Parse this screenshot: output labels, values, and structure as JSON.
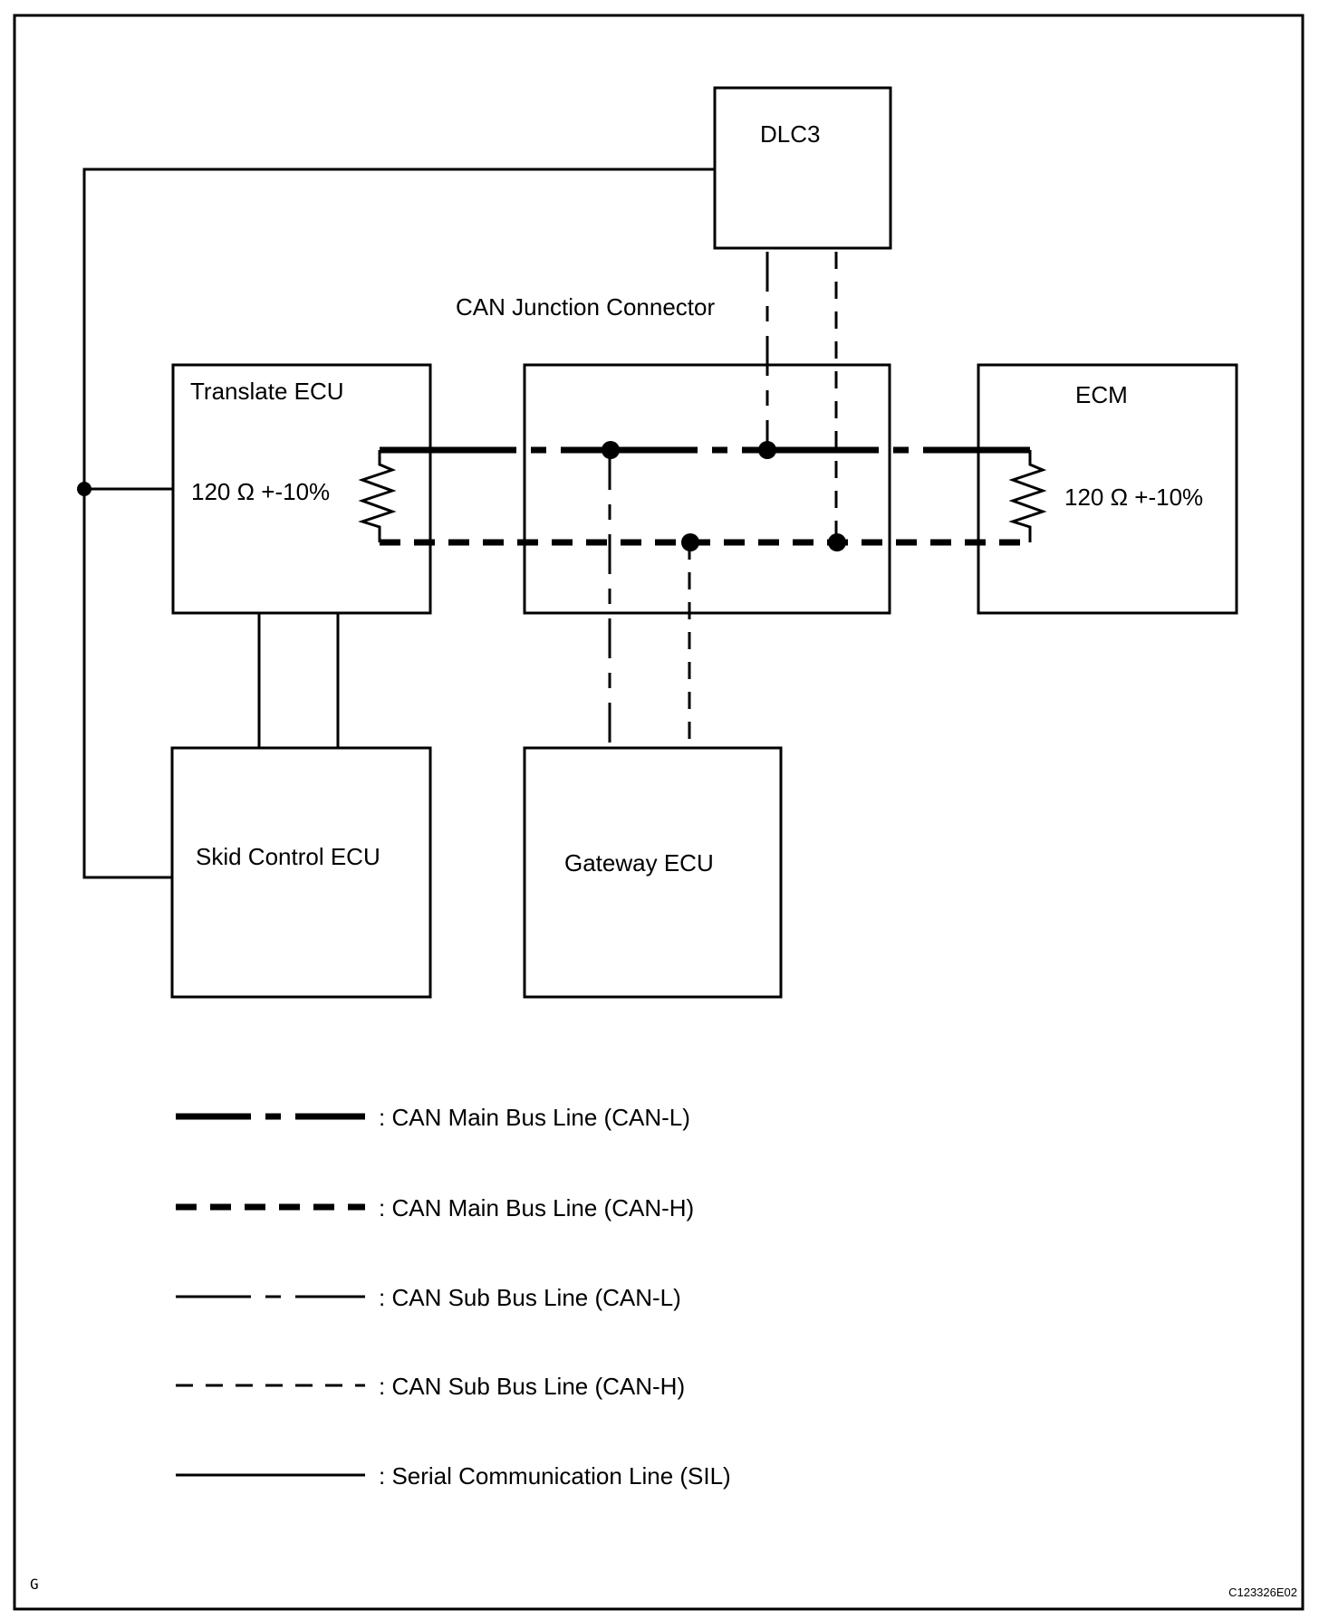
{
  "diagram": {
    "figure_code": "C123326E02",
    "corner_mark": "G",
    "components": {
      "dlc3": "DLC3",
      "junction_connector": "CAN Junction Connector",
      "translate_ecu": "Translate ECU",
      "ecm": "ECM",
      "skid_control_ecu": "Skid Control ECU",
      "gateway_ecu": "Gateway ECU"
    },
    "resistors": {
      "translate_ecu": "120 Ω +-10%",
      "ecm": "120 Ω +-10%"
    },
    "legend": [
      {
        "style": "main-l",
        "label": ": CAN Main Bus Line (CAN-L)"
      },
      {
        "style": "main-h",
        "label": ": CAN Main Bus Line (CAN-H)"
      },
      {
        "style": "sub-l",
        "label": ": CAN Sub Bus Line (CAN-L)"
      },
      {
        "style": "sub-h",
        "label": ": CAN Sub Bus Line (CAN-H)"
      },
      {
        "style": "sil",
        "label": ": Serial Communication Line (SIL)"
      }
    ]
  }
}
